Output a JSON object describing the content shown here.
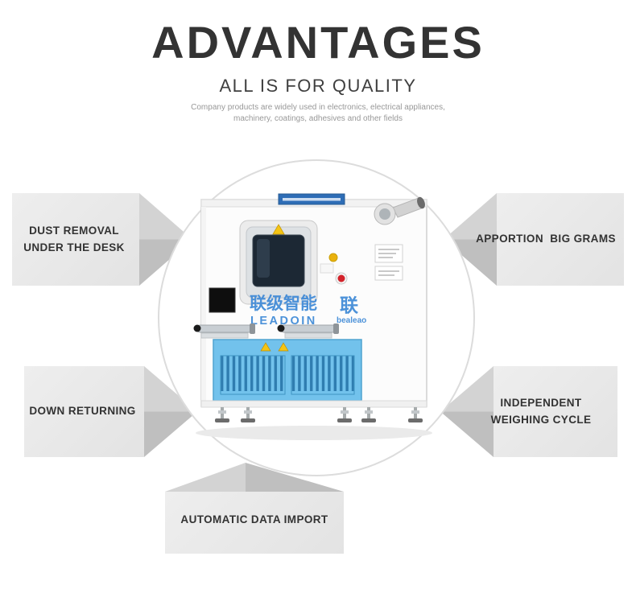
{
  "header": {
    "title": "ADVANTAGES",
    "subtitle": "ALL IS FOR QUALITY",
    "description_line1": "Company products are widely used in electronics, electrical appliances,",
    "description_line2": "machinery, coatings, adhesives and other fields"
  },
  "advantages": {
    "dust_removal": {
      "line1": "DUST REMOVAL",
      "line2": "UNDER THE DESK"
    },
    "apportion": {
      "line1": "APPORTION  BIG GRAMS"
    },
    "down_returning": {
      "line1": "DOWN RETURNING"
    },
    "independent": {
      "line1": "INDEPENDENT",
      "line2": "WEIGHING CYCLE"
    },
    "auto_import": {
      "line1": "AUTOMATIC DATA IMPORT"
    }
  },
  "machine": {
    "watermark_primary_cn": "联级智能",
    "watermark_primary_en": "LEADOIN",
    "watermark_secondary_cn": "联",
    "watermark_secondary_en": "bealeao"
  },
  "colors": {
    "brand_blue": "#3a87d6",
    "panel_blue": "#72c2ec",
    "block_gray": "#e8e8e8",
    "title_dark": "#333333"
  }
}
